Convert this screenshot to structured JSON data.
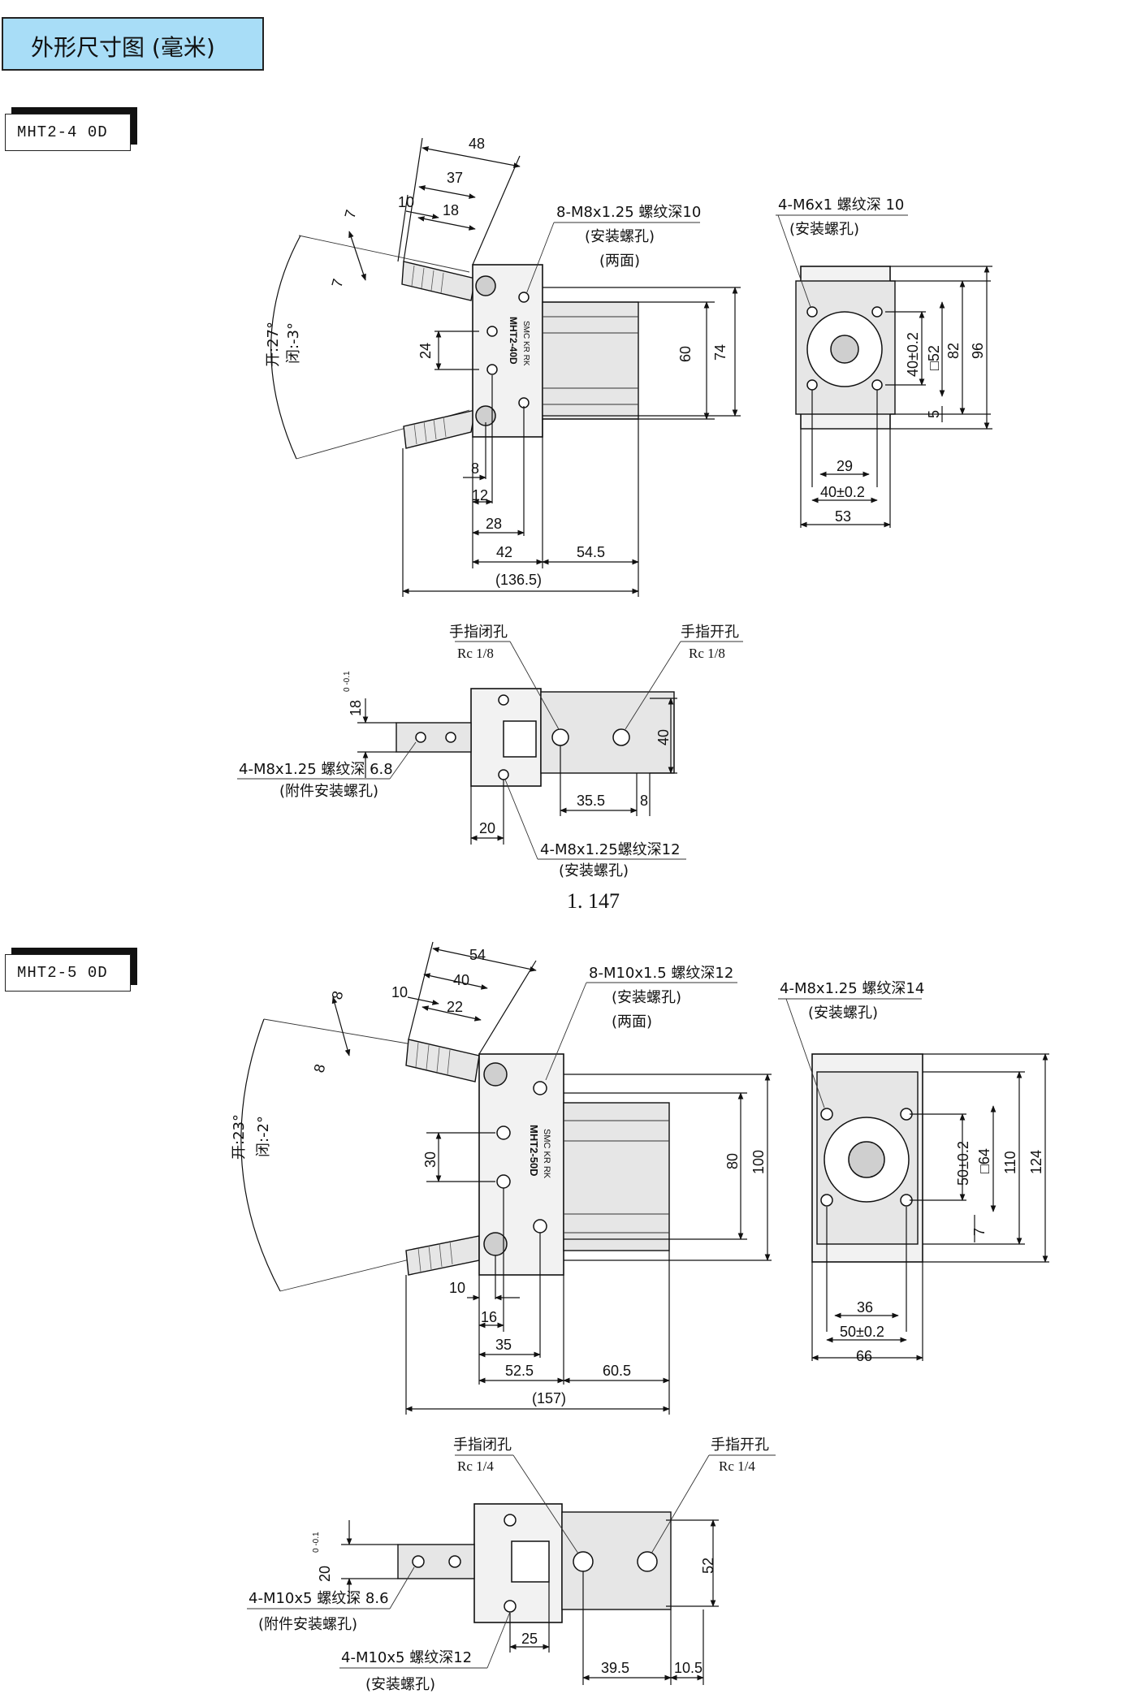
{
  "header": {
    "title": "外形尺寸图 (毫米)"
  },
  "page_number": "1. 147",
  "model_a": {
    "tag": "MHT2-4 0D",
    "body_label": "MHT2-40D",
    "brand": "SMC KR RK",
    "side_view": {
      "open_angle": "开:27°",
      "close_angle": "闭:-3°",
      "dims": {
        "d48": "48",
        "d37": "37",
        "d10": "10",
        "d18": "18",
        "d7a": "7",
        "d7b": "7",
        "d24": "24",
        "d60": "60",
        "d74": "74",
        "d8": "8",
        "d12": "12",
        "d28": "28",
        "d42": "42",
        "d545": "54.5",
        "d1365": "(136.5)"
      },
      "note1": "8-M8x1.25 螺纹深10",
      "note2": "(安装螺孔)",
      "note3": "(两面)"
    },
    "end_view": {
      "note1": "4-M6x1 螺纹深 10",
      "note2": "(安装螺孔)",
      "dims": {
        "d40": "40±0.2",
        "d52": "□52",
        "d82": "82",
        "d96": "96",
        "d5": "5",
        "d29": "29",
        "d40b": "40±0.2",
        "d53": "53"
      }
    },
    "top_view": {
      "close_port": "手指闭孔",
      "close_rc": "Rc 1/8",
      "open_port": "手指开孔",
      "open_rc": "Rc 1/8",
      "note_a1": "4-M8x1.25 螺纹深 6.8",
      "note_a2": "(附件安装螺孔)",
      "note_b1": "4-M8x1.25螺纹深12",
      "note_b2": "(安装螺孔)",
      "dims": {
        "d18": "18",
        "d18tol": "0 -0.1",
        "d40": "40",
        "d20": "20",
        "d355": "35.5",
        "d8": "8"
      }
    }
  },
  "model_b": {
    "tag": "MHT2-5 0D",
    "body_label": "MHT2-50D",
    "brand": "SMC KR RK",
    "side_view": {
      "open_angle": "开:23°",
      "close_angle": "闭:-2°",
      "dims": {
        "d54": "54",
        "d40": "40",
        "d10": "10",
        "d22": "22",
        "d8a": "8",
        "d8b": "8",
        "d30": "30",
        "d80": "80",
        "d100": "100",
        "d10b": "10",
        "d16": "16",
        "d35": "35",
        "d525": "52.5",
        "d605": "60.5",
        "d157": "(157)"
      },
      "note1": "8-M10x1.5 螺纹深12",
      "note2": "(安装螺孔)",
      "note3": "(两面)"
    },
    "end_view": {
      "note1": "4-M8x1.25 螺纹深14",
      "note2": "(安装螺孔)",
      "dims": {
        "d50": "50±0.2",
        "d64": "□64",
        "d110": "110",
        "d124": "124",
        "d7": "7",
        "d36": "36",
        "d50b": "50±0.2",
        "d66": "66"
      }
    },
    "top_view": {
      "close_port": "手指闭孔",
      "close_rc": "Rc 1/4",
      "open_port": "手指开孔",
      "open_rc": "Rc 1/4",
      "note_a1": "4-M10x5 螺纹深 8.6",
      "note_a2": "(附件安装螺孔)",
      "note_b1": "4-M10x5 螺纹深12",
      "note_b2": "(安装螺孔)",
      "dims": {
        "d20": "20",
        "d20tol": "0 -0.1",
        "d52": "52",
        "d25": "25",
        "d395": "39.5",
        "d105": "10.5"
      }
    }
  }
}
